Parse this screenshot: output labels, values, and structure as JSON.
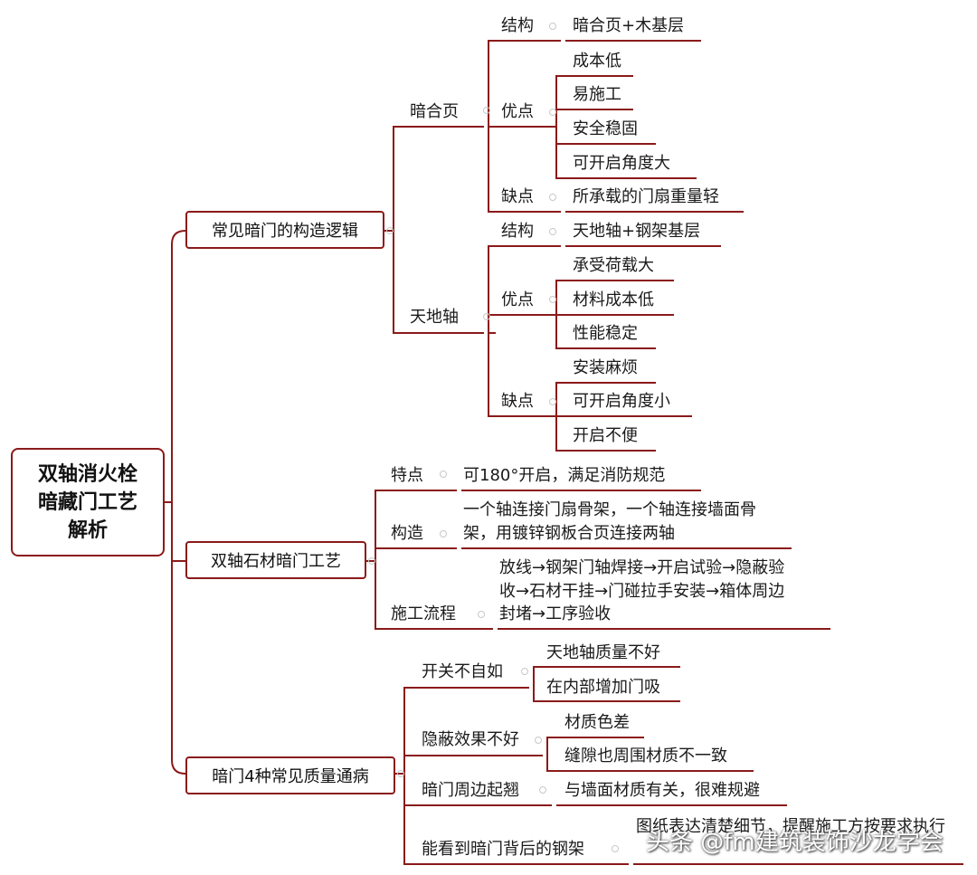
{
  "root": {
    "line1": "双轴消火栓",
    "line2": "暗藏门工艺",
    "line3": "解析"
  },
  "branch1": {
    "label": "常见暗门的构造逻辑",
    "hinge": {
      "label": "暗合页",
      "structure_label": "结构",
      "structure_value": "暗合页+木基层",
      "pros_label": "优点",
      "pros": [
        "成本低",
        "易施工",
        "安全稳固",
        "可开启角度大"
      ],
      "cons_label": "缺点",
      "cons": [
        "所承载的门扇重量轻"
      ]
    },
    "pivot": {
      "label": "天地轴",
      "structure_label": "结构",
      "structure_value": "天地轴+钢架基层",
      "pros_label": "优点",
      "pros": [
        "承受荷载大",
        "材料成本低",
        "性能稳定"
      ],
      "cons_label": "缺点",
      "cons": [
        "安装麻烦",
        "可开启角度小",
        "开启不便"
      ]
    }
  },
  "branch2": {
    "label": "双轴石材暗门工艺",
    "feature_label": "特点",
    "feature_value": "可180°开启，满足消防规范",
    "construction_label": "构造",
    "construction_value_1": "一个轴连接门扇骨架，一个轴连接墙面骨",
    "construction_value_2": "架，用镀锌钢板合页连接两轴",
    "process_label": "施工流程",
    "process_value_1": "放线→钢架门轴焊接→开启试验→隐蔽验",
    "process_value_2": "收→石材干挂→门碰拉手安装→箱体周边",
    "process_value_3": "封堵→工序验收"
  },
  "branch3": {
    "label": "暗门4种常见质量通病",
    "issues": [
      {
        "label": "开关不自如",
        "causes": [
          "天地轴质量不好",
          "在内部增加门吸"
        ]
      },
      {
        "label": "隐蔽效果不好",
        "causes": [
          "材质色差",
          "缝隙也周围材质不一致"
        ]
      },
      {
        "label": "暗门周边起翘",
        "causes": [
          "与墙面材质有关，很难规避"
        ]
      },
      {
        "label": "能看到暗门背后的钢架",
        "causes": [
          "图纸表达清楚细节，提醒施工方按要求执行"
        ]
      }
    ]
  },
  "watermark": "头条 @fm建筑装饰沙龙学会",
  "colors": {
    "line": "#8b1a1a",
    "text": "#1a1a1a",
    "background": "#ffffff"
  }
}
